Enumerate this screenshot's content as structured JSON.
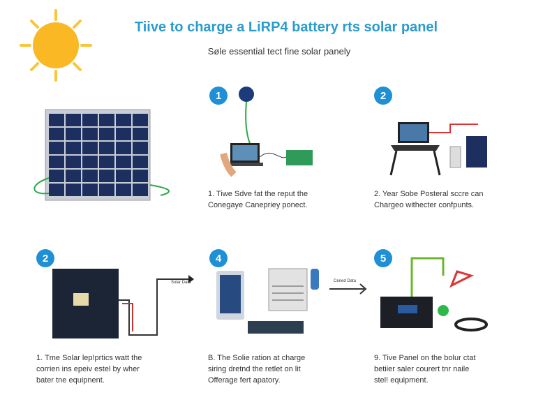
{
  "title": "Tiive to charge a LiRP4 battery rts solar panel",
  "subtitle": "Søle essential tect fine solar panely",
  "steps": [
    {
      "badge": "1",
      "line1": "1. Tiwe Sdve fat the reput the",
      "line2": "Conegaye Canepriey ponect."
    },
    {
      "badge": "2",
      "line1": "2. Year Sobe Posteral sccre can",
      "line2": "Chargeo withecter confpunts."
    },
    {
      "badge": "2",
      "line1": "1. Tme Solar lep!prtics watt the",
      "line2": "corrien ins epeiv estel by wher",
      "line3": "bater tne equipnent."
    },
    {
      "badge": "4",
      "line1": "B. The Solie ration at charge",
      "line2": "siring dretnd the retlet on lit",
      "line3": "Offerage fert apatory."
    },
    {
      "badge": "5",
      "line1": "9. Tive Panel on the bolur ctat",
      "line2": "betiier saler courert tnr naile",
      "line3": "stel! equipment."
    }
  ],
  "arrows": [
    "Solar Data",
    "Cened Data"
  ],
  "colors": {
    "accent": "#2a9ccc",
    "badge": "#1f8fd6",
    "panel": "#1d2f5e",
    "sun": "#f9b824"
  }
}
